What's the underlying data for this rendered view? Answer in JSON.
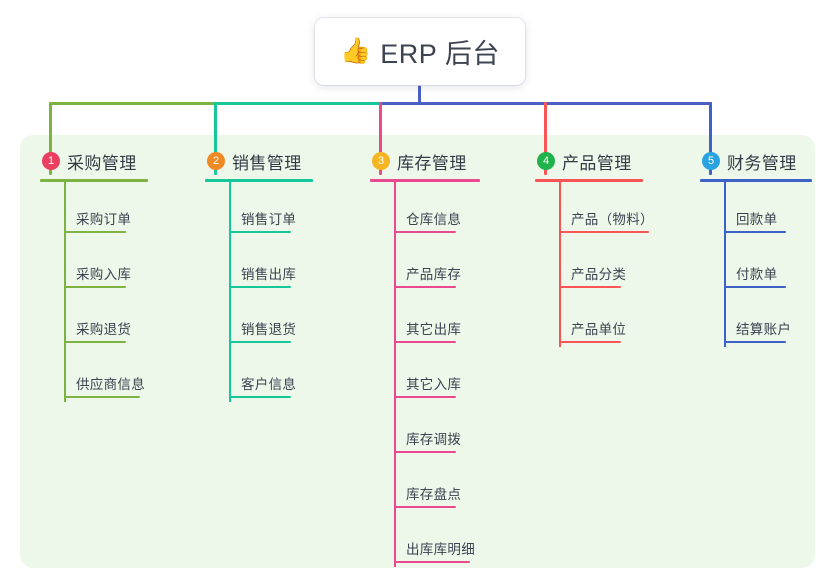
{
  "root": {
    "emoji": "👍",
    "emoji_name": "thumbs-up-icon",
    "title": "ERP 后台"
  },
  "panel": {
    "background": "#eef8ea"
  },
  "connector": {
    "stem_color": "#4a5fc1",
    "bus_segments": [
      {
        "color": "#7cb342"
      },
      {
        "color": "#16c79a"
      },
      {
        "color": "#4a5fc1"
      },
      {
        "color": "#4a5fc1"
      },
      {
        "color": "#4a5fc1"
      }
    ]
  },
  "columns": [
    {
      "index": "1",
      "title": "采购管理",
      "badge_color": "#ea3f5e",
      "line_color": "#7cb342",
      "leaves": [
        {
          "label": "采购订单"
        },
        {
          "label": "采购入库"
        },
        {
          "label": "采购退货"
        },
        {
          "label": "供应商信息"
        }
      ]
    },
    {
      "index": "2",
      "title": "销售管理",
      "badge_color": "#f08a24",
      "line_color": "#16c79a",
      "leaves": [
        {
          "label": "销售订单"
        },
        {
          "label": "销售出库"
        },
        {
          "label": "销售退货"
        },
        {
          "label": "客户信息"
        }
      ]
    },
    {
      "index": "3",
      "title": "库存管理",
      "badge_color": "#f5b521",
      "line_color": "#e8498f",
      "leaves": [
        {
          "label": "仓库信息"
        },
        {
          "label": "产品库存"
        },
        {
          "label": "其它出库"
        },
        {
          "label": "其它入库"
        },
        {
          "label": "库存调拨"
        },
        {
          "label": "库存盘点"
        },
        {
          "label": "出库库明细"
        }
      ]
    },
    {
      "index": "4",
      "title": "产品管理",
      "badge_color": "#22b24c",
      "line_color": "#fa5555",
      "leaves": [
        {
          "label": "产品（物料）"
        },
        {
          "label": "产品分类"
        },
        {
          "label": "产品单位"
        }
      ]
    },
    {
      "index": "5",
      "title": "财务管理",
      "badge_color": "#29a4e0",
      "line_color": "#3b62c4",
      "leaves": [
        {
          "label": "回款单"
        },
        {
          "label": "付款单"
        },
        {
          "label": "结算账户"
        }
      ]
    }
  ]
}
